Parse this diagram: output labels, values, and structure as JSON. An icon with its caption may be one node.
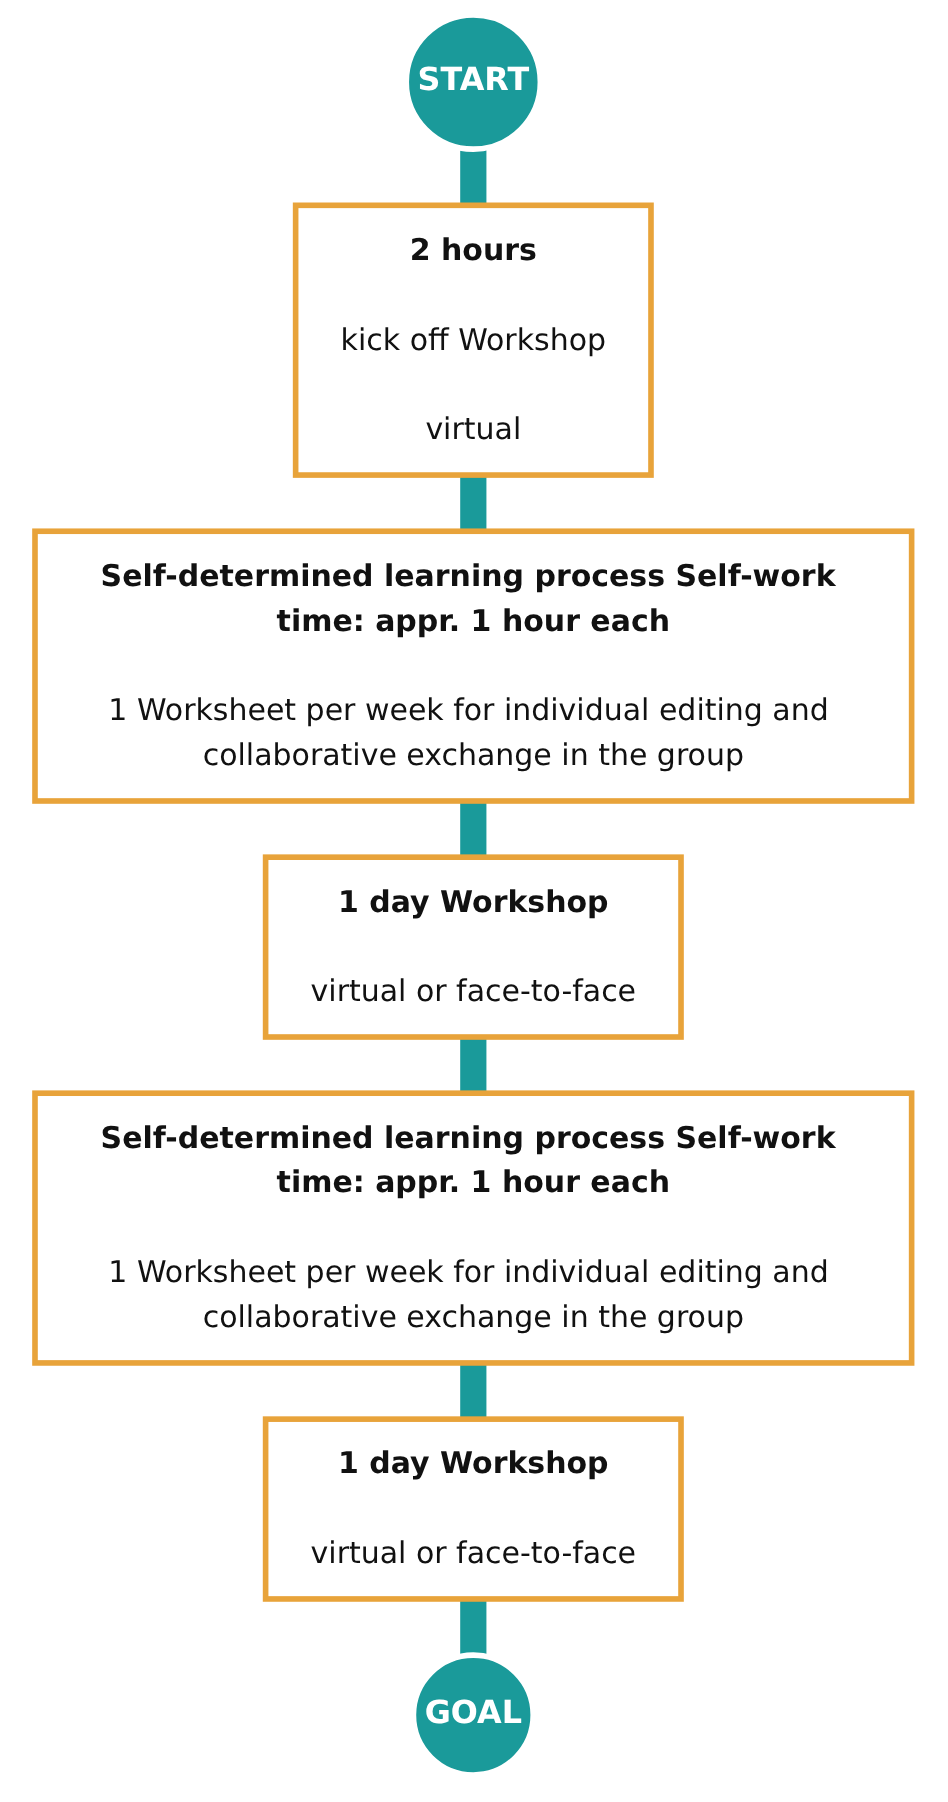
{
  "diagram": {
    "nodes": [
      {
        "text": [
          "START"
        ]
      },
      {
        "text": [
          "2 hours",
          "kick off Workshop",
          "virtual"
        ]
      },
      {
        "text": [
          "Self-determined learning process Self-work time: appr. 1 hour each",
          "1 Worksheet per week for individual editing and collaborative exchange in the group"
        ]
      },
      {
        "text": [
          "1 day Workshop",
          "virtual or face-to-face"
        ]
      },
      {
        "text": [
          "Self-determined learning process Self-work time: appr. 1 hour each",
          "1 Worksheet per week for individual editing and collaborative exchange in the group"
        ]
      },
      {
        "text": [
          "1 day Workshop",
          "virtual or face-to-face"
        ]
      },
      {
        "text": [
          "GOAL"
        ]
      }
    ],
    "edges": [
      {
        "from": 0,
        "to": 1,
        "arrow": "none"
      },
      {
        "from": 1,
        "to": 2,
        "arrow": "none"
      },
      {
        "from": 2,
        "to": 3,
        "arrow": "none"
      },
      {
        "from": 3,
        "to": 4,
        "arrow": "none"
      },
      {
        "from": 4,
        "to": 5,
        "arrow": "none"
      },
      {
        "from": 5,
        "to": 6,
        "arrow": "none"
      }
    ]
  }
}
